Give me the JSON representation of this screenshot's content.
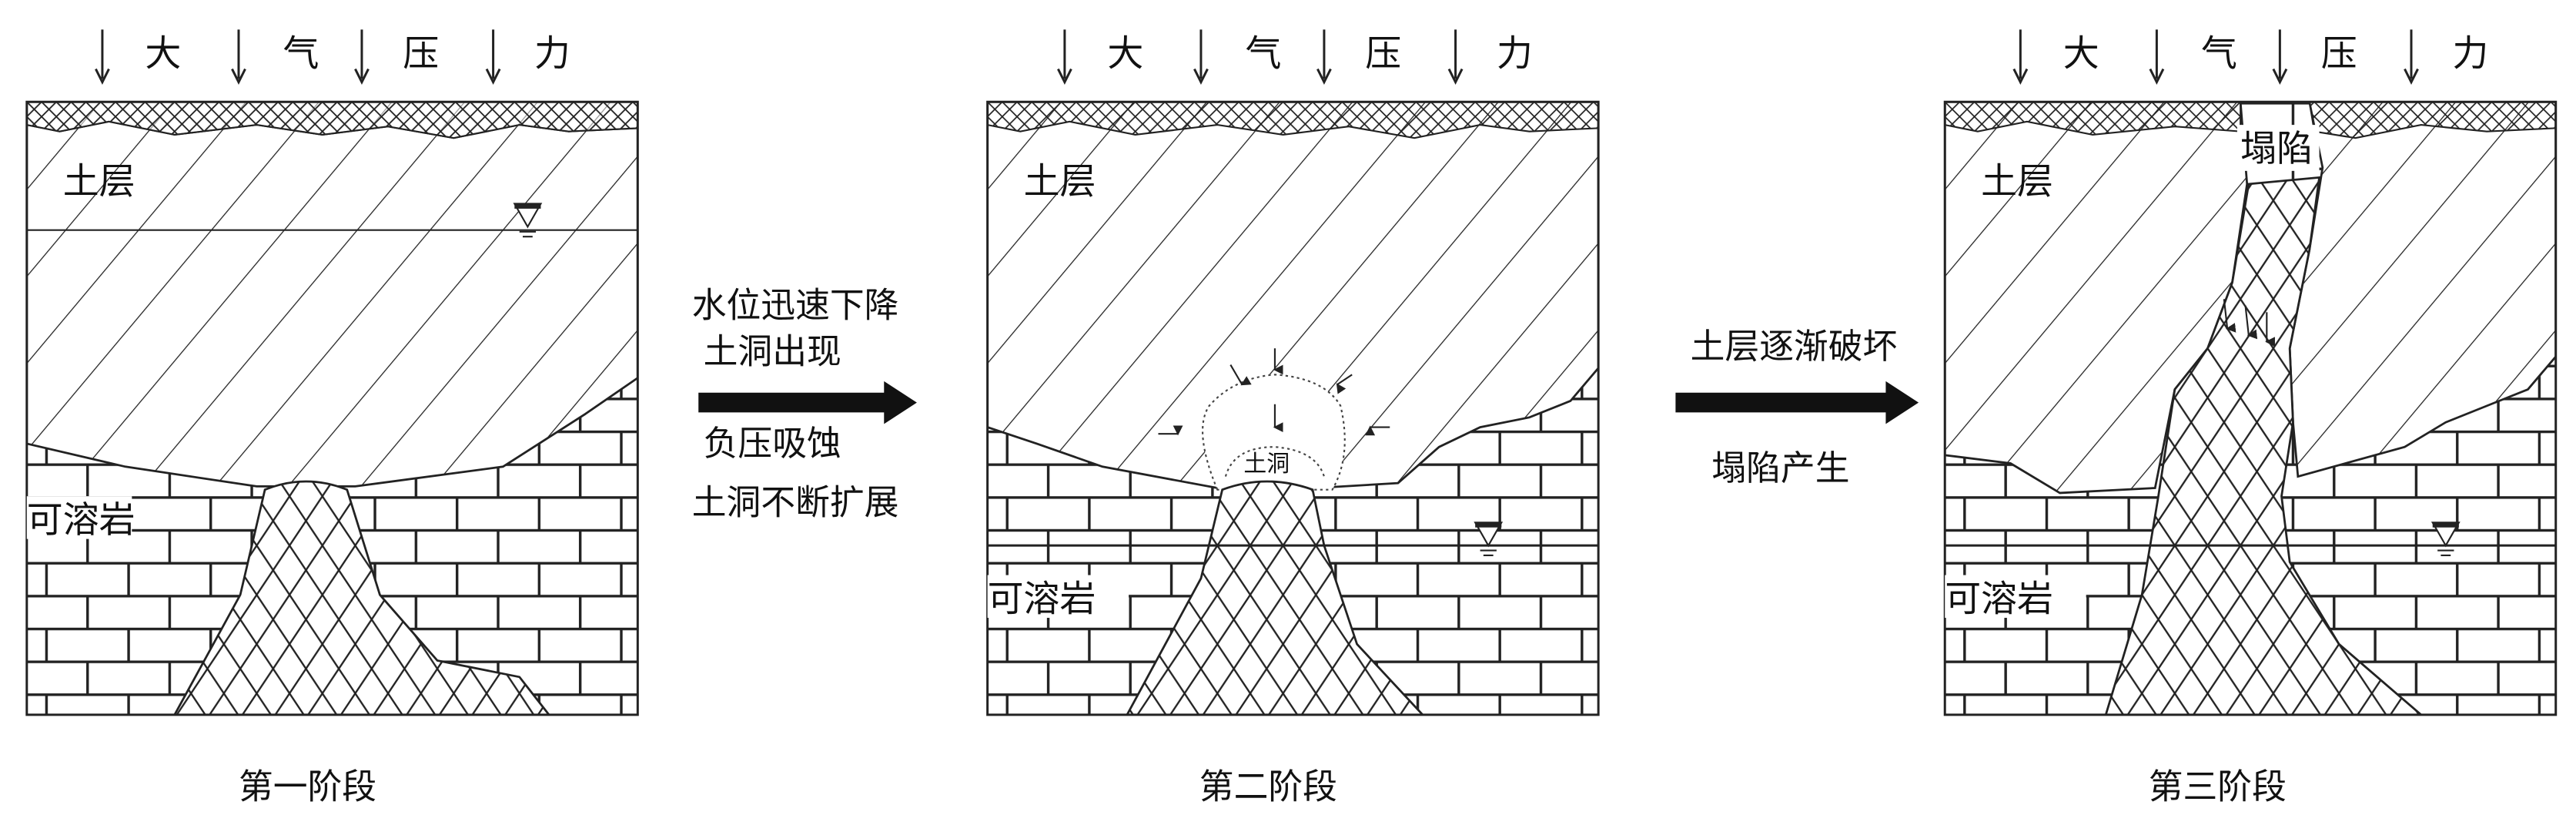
{
  "title_top": [
    "大",
    "气",
    "压",
    "力"
  ],
  "stages": [
    {
      "caption": "第一阶段",
      "soil_label": "土层",
      "rock_label": "可溶岩"
    },
    {
      "caption": "第二阶段",
      "soil_label": "土层",
      "rock_label": "可溶岩",
      "cavity_label": "土洞"
    },
    {
      "caption": "第三阶段",
      "soil_label": "土层",
      "rock_label": "可溶岩",
      "collapse_label": "塌陷"
    }
  ],
  "transition1": {
    "lines_above": [
      "水位迅速下降",
      "土洞出现"
    ],
    "lines_below": [
      "负压吸蚀",
      "土洞不断扩展"
    ]
  },
  "transition2": {
    "lines_above": [
      "土层逐渐破坏"
    ],
    "lines_below": [
      "塌陷产生"
    ]
  },
  "colors": {
    "line": "#222222",
    "background": "#ffffff"
  }
}
